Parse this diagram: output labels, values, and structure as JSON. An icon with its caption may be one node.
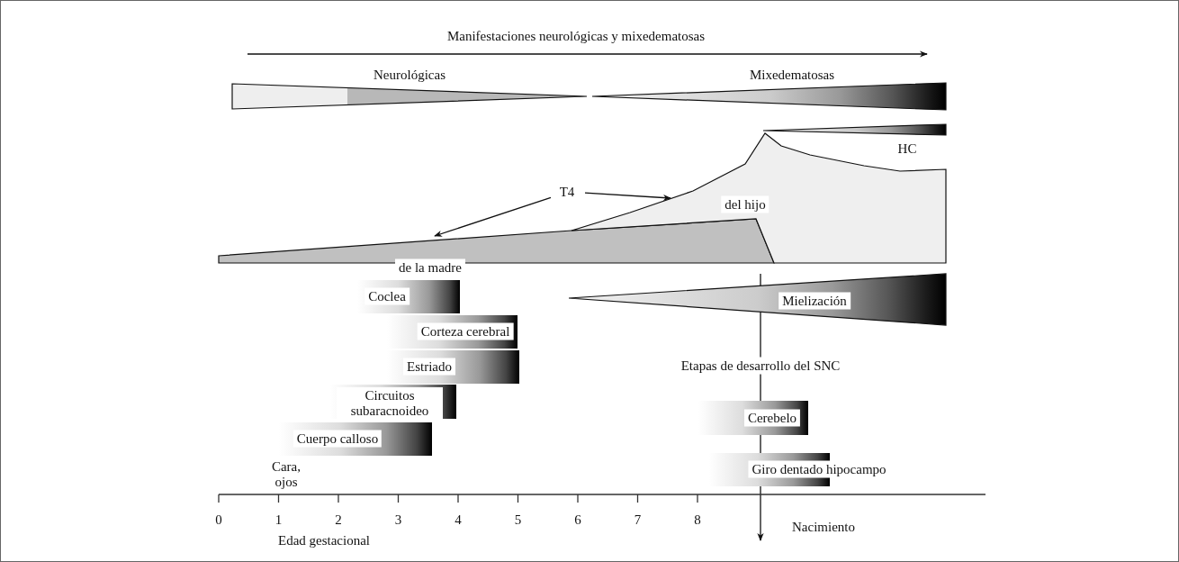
{
  "diagram": {
    "nodes": [
      {
        "text": [
          "Neurológicas"
        ]
      },
      {
        "text": [
          "Mixedematosas"
        ]
      },
      {
        "text": [
          "HC"
        ]
      },
      {
        "text": [
          "T4"
        ]
      },
      {
        "text": [
          "de la madre"
        ]
      },
      {
        "text": [
          "del hijo"
        ]
      },
      {
        "text": [
          "Mielización"
        ]
      },
      {
        "text": [
          "Coclea"
        ]
      },
      {
        "text": [
          "Corteza cerebral"
        ]
      },
      {
        "text": [
          "Estriado"
        ]
      },
      {
        "text": [
          "Circuitos subaracnoideo"
        ]
      },
      {
        "text": [
          "Cuerpo calloso"
        ]
      },
      {
        "text": [
          "Cerebelo"
        ]
      },
      {
        "text": [
          "Giro dentado hipocampo"
        ]
      }
    ],
    "edges": [
      {
        "from": 3,
        "to": 4,
        "arrow": "to"
      },
      {
        "from": 3,
        "to": 5,
        "arrow": "to"
      }
    ],
    "labels": [
      "Manifestaciones neurológicas y mixedematosas",
      "Etapas de desarrollo del SNC",
      "Cara, ojos",
      "0",
      "1",
      "2",
      "3",
      "4",
      "5",
      "6",
      "7",
      "8",
      "Nacimiento",
      "Edad gestacional"
    ]
  }
}
